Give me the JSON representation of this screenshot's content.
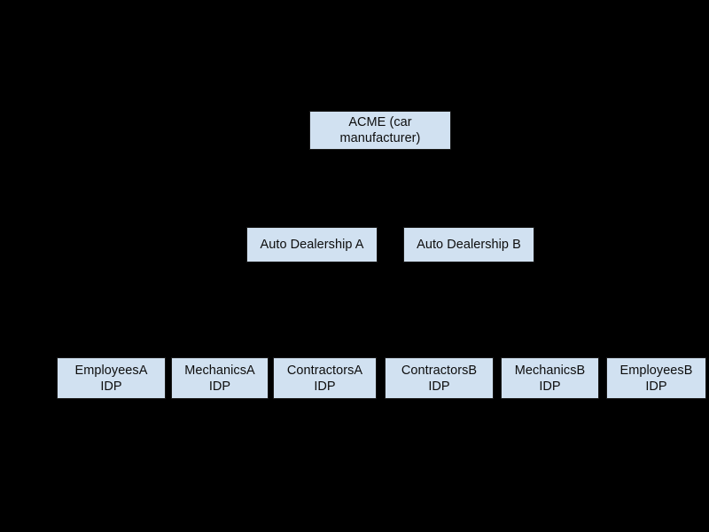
{
  "diagram": {
    "type": "hierarchy-tree",
    "background_color": "#000000",
    "node_fill_color": "#d1e1f1",
    "node_border_color": "#1a1a1a",
    "node_text_color": "#0d0d0d",
    "edge_color": "#000000",
    "levels": 3,
    "root": {
      "id": "acme",
      "label": "ACME (car\nmanufacturer)"
    },
    "level2": [
      {
        "id": "dealership-a",
        "label": "Auto Dealership A"
      },
      {
        "id": "dealership-b",
        "label": "Auto Dealership B"
      }
    ],
    "level3": [
      {
        "id": "employees-a-idp",
        "label": "EmployeesA\nIDP",
        "parent": "dealership-a"
      },
      {
        "id": "mechanics-a-idp",
        "label": "MechanicsA\nIDP",
        "parent": "dealership-a"
      },
      {
        "id": "contractors-a-idp",
        "label": "ContractorsA\nIDP",
        "parent": "dealership-a"
      },
      {
        "id": "contractors-b-idp",
        "label": "ContractorsB\nIDP",
        "parent": "dealership-b"
      },
      {
        "id": "mechanics-b-idp",
        "label": "MechanicsB\nIDP",
        "parent": "dealership-b"
      },
      {
        "id": "employees-b-idp",
        "label": "EmployeesB\nIDP",
        "parent": "dealership-b"
      }
    ]
  }
}
